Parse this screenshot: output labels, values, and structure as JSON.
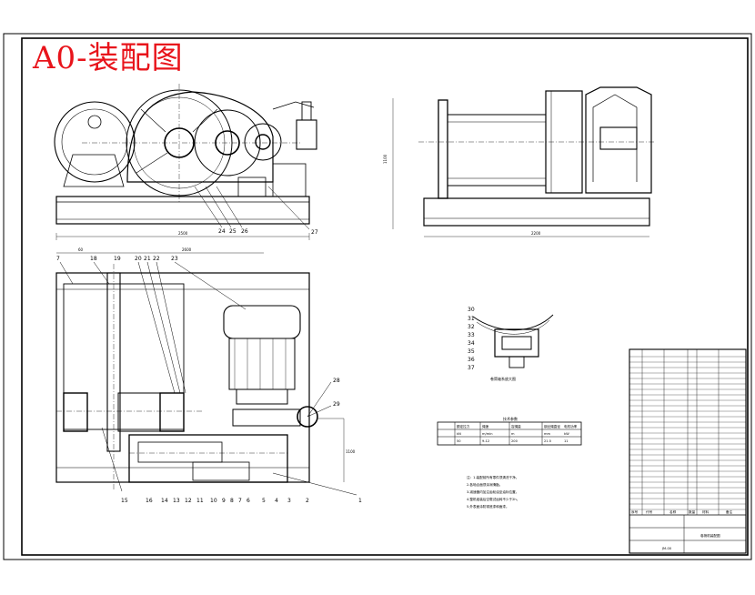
{
  "title": "A0-装配图",
  "balloons": {
    "front_bottom": [
      "24",
      "25",
      "26"
    ],
    "front_right": "27",
    "plan_top": [
      "7",
      "18",
      "19",
      "20",
      "21",
      "22",
      "23"
    ],
    "plan_right": [
      "28",
      "29"
    ],
    "plan_bottom": [
      "15",
      "16",
      "14",
      "13",
      "12",
      "11",
      "10",
      "9",
      "8",
      "7",
      "6",
      "5",
      "4",
      "3",
      "2",
      "1"
    ],
    "detail": [
      "30",
      "31",
      "32",
      "33",
      "34",
      "35",
      "36",
      "37"
    ]
  },
  "dimensions": {
    "front_width": "2500",
    "side_width": "2200",
    "side_height": "1100",
    "plan_total": "2600",
    "plan_left": "60",
    "plan_side": "1100"
  },
  "detail_caption": "卷筒轴系放大图",
  "spec_table": {
    "title": "技术参数",
    "headers": [
      "额定拉力",
      "绳速",
      "容绳量",
      "钢丝绳直径",
      "电机功率"
    ],
    "units": [
      "kN",
      "m/min",
      "m",
      "mm",
      "kW"
    ],
    "values": [
      "50",
      "9-12",
      "200",
      "21.5",
      "11"
    ]
  },
  "notes": [
    "注：1.装配前所有零件须清洗干净。",
    "2.各啮合面须涂润滑脂。",
    "3.减速器内加注齿轮油至油标位置。",
    "4.整机组装后空载试运转不少于2h。",
    "5.外表面涂防锈底漆和面漆。"
  ],
  "title_block": {
    "drawing_name": "卷扬机装配图",
    "drawing_no": "JM-00",
    "col_headers": [
      "序号",
      "代号",
      "名称",
      "数量",
      "材料",
      "备注"
    ]
  }
}
